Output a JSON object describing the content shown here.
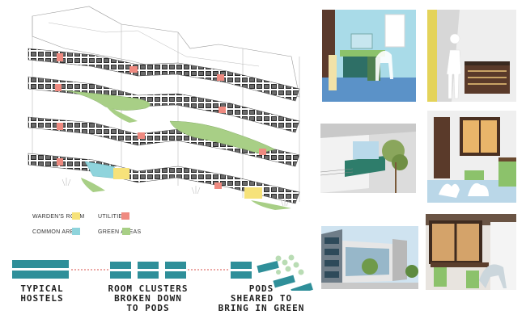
{
  "legend": {
    "items": [
      {
        "label": "WARDEN'S ROOM",
        "color": "#f6e27a"
      },
      {
        "label": "UTILITIES",
        "color": "#ef8a80"
      },
      {
        "label": "COMMON AREA",
        "color": "#8fd4dc"
      },
      {
        "label": "GREEN AREAS",
        "color": "#a8cf86"
      }
    ]
  },
  "concept": {
    "steps": [
      {
        "label": "TYPICAL\nHOSTELS"
      },
      {
        "label": "ROOM CLUSTERS\nBROKEN DOWN\nTO PODS"
      },
      {
        "label": "PODS\nSHEARED TO\nBRING IN GREEN"
      }
    ],
    "block_color": "#2f8f99",
    "connector_color": "#e58a86",
    "circle_color": "#b9dcb4"
  }
}
